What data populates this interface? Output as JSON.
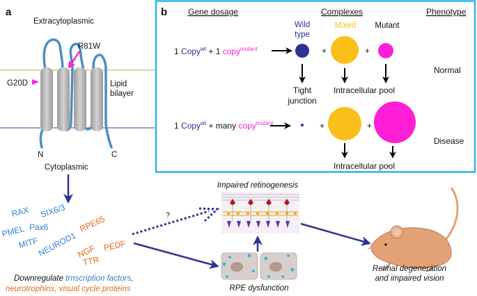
{
  "panel_a": {
    "label": "a",
    "extracytoplasmic": "Extracytoplasmic",
    "cytoplasmic": "Cytoplasmic",
    "lipid_bilayer_1": "Lipid",
    "lipid_bilayer_2": "bilayer",
    "mutation_r81w": "R81W",
    "mutation_g20d": "G20D",
    "terminus_n": "N",
    "terminus_c": "C",
    "colors": {
      "membrane_top": "#c9a74a",
      "membrane_bottom": "#3b3aa0",
      "chain": "#4a8ec2",
      "helix": "#b9b9b9",
      "arrow": "#ff1fd6"
    }
  },
  "panel_b": {
    "label": "b",
    "border_color": "#2bb5e6",
    "headers": {
      "gene_dosage": "Gene dosage",
      "complexes": "Complexes",
      "phenotype": "Phenotype"
    },
    "columns": {
      "wild_type_1": "Wild",
      "wild_type_2": "type",
      "mixed": "Mixed",
      "mutant": "Mutant"
    },
    "row1": {
      "copy_num": "1",
      "copy_word": "Copy",
      "wt_sup": "wt",
      "plus_1": "+ 1",
      "copy_word_2": "copy",
      "mutant_sup": "mutant",
      "plus_a": "+",
      "plus_b": "+",
      "phenotype": "Normal",
      "tight_junction_1": "Tight",
      "tight_junction_2": "junction",
      "intracellular_pool": "Intracellular pool"
    },
    "row2": {
      "copy_num": "1",
      "copy_word": "Copy",
      "wt_sup": "wt",
      "plus_many": "+ many",
      "copy_word_2": "copy",
      "mutant_sup": "mutant",
      "plus_a": "+",
      "plus_b": "+",
      "phenotype": "Disease",
      "intracellular_pool": "Intracellular pool"
    },
    "colors": {
      "wild": "#2e3192",
      "mixed": "#fbbf1a",
      "mutant": "#ff1fd6"
    }
  },
  "bottom": {
    "genes_blue": [
      "RAX",
      "SIX6/3",
      "PMEL",
      "Pax6",
      "MITF",
      "NEUROD1"
    ],
    "genes_orange": [
      "RPE65",
      "NGF",
      "PEDF",
      "TTR"
    ],
    "question": "?",
    "impaired_retinogenesis": "Impaired retinogenesis",
    "rpe_dysfunction": "RPE dysfunction",
    "retinal_degeneration_1": "Retinal degeneration",
    "retinal_degeneration_2": "and impaired vision",
    "downregulate": "Downregulate",
    "transcription_factors": "trnscription factors",
    "comma": ",",
    "neurotrophins": "neurotrophins, visual cycle proteins",
    "colors": {
      "blue_text": "#2f7fd1",
      "orange_text": "#e06a1e",
      "arrow": "#2e3192",
      "mouse": "#e3a276"
    }
  }
}
